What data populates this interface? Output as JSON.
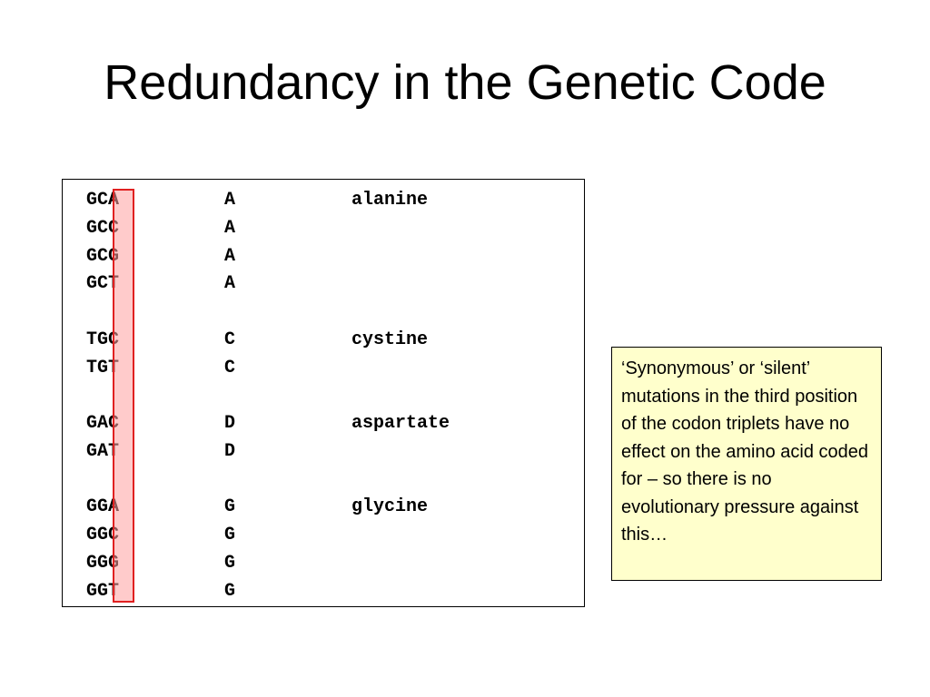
{
  "slide": {
    "title": "Redundancy in the Genetic Code"
  },
  "codon_table": {
    "rows": [
      {
        "codon": "GCA",
        "letter": "A",
        "name": "alanine"
      },
      {
        "codon": "GCC",
        "letter": "A",
        "name": ""
      },
      {
        "codon": "GCG",
        "letter": "A",
        "name": ""
      },
      {
        "codon": "GCT",
        "letter": "A",
        "name": ""
      },
      {
        "codon": "",
        "letter": "",
        "name": ""
      },
      {
        "codon": "TGC",
        "letter": "C",
        "name": "cystine"
      },
      {
        "codon": "TGT",
        "letter": "C",
        "name": ""
      },
      {
        "codon": "",
        "letter": "",
        "name": ""
      },
      {
        "codon": "GAC",
        "letter": "D",
        "name": "aspartate"
      },
      {
        "codon": "GAT",
        "letter": "D",
        "name": ""
      },
      {
        "codon": "",
        "letter": "",
        "name": ""
      },
      {
        "codon": "GGA",
        "letter": "G",
        "name": "glycine"
      },
      {
        "codon": "GGC",
        "letter": "G",
        "name": ""
      },
      {
        "codon": "GGG",
        "letter": "G",
        "name": ""
      },
      {
        "codon": "GGT",
        "letter": "G",
        "name": ""
      }
    ],
    "highlight_color": "#e02020"
  },
  "note": {
    "text": "‘Synonymous’ or ‘silent’ mutations in the third position of the codon triplets have no effect on the amino acid coded for – so there is no evolutionary pressure against this…",
    "background": "#ffffcc"
  }
}
